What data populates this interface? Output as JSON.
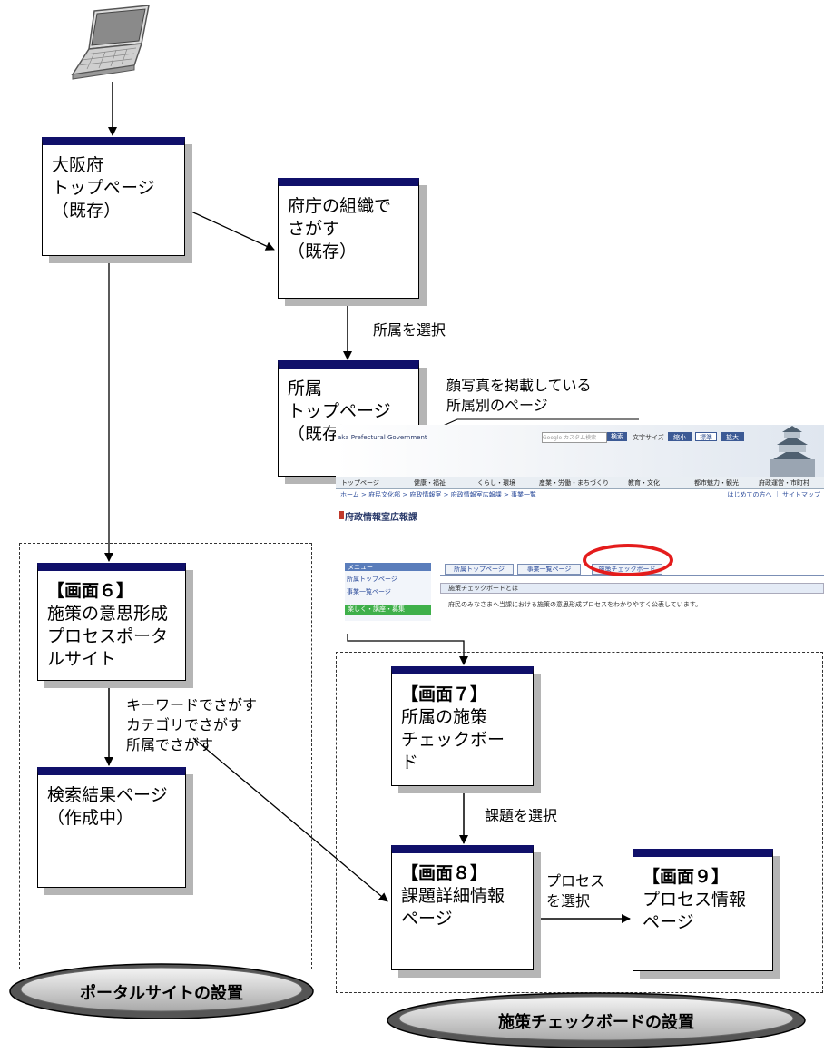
{
  "boxes": {
    "osaka_top": "大阪府\nトップページ\n（既存）",
    "org_search": "府庁の組織で\nさがす\n（既存）",
    "dept_top": "所属\nトップページ\n（既存）",
    "screen6_title": "【画面６】",
    "screen6_body": "施策の意思形成\nプロセスポータ\nルサイト",
    "search_results": "検索結果ページ\n（作成中）",
    "screen7_title": "【画面７】",
    "screen7_body": "所属の施策\nチェックボー\nド",
    "screen8_title": "【画面８】",
    "screen8_body": "課題詳細情報\nページ",
    "screen9_title": "【画面９】",
    "screen9_body": "プロセス情報\nページ"
  },
  "labels": {
    "select_dept": "所属を選択",
    "face_photo_note": "顔写真を掲載している\n所属別のページ",
    "search_methods": "キーワードでさがす\nカテゴリでさがす\n所属でさがす",
    "select_issue": "課題を選択",
    "select_process": "プロセス\nを選択"
  },
  "ovals": {
    "portal": "ポータルサイトの設置",
    "checkboard": "施策チェックボードの設置"
  },
  "website": {
    "gov_name": "aka Prefectural Government",
    "search_placeholder": "Google カスタム検索",
    "search_button": "検索",
    "text_size_label": "文字サイズ",
    "size_small": "縮小",
    "size_normal": "標準",
    "size_large": "拡大",
    "nav": [
      "トップページ",
      "健康・福祉",
      "くらし・環境",
      "産業・労働・まちづくり",
      "教育・文化",
      "都市魅力・観光",
      "府政運営・市町村"
    ],
    "breadcrumb": "ホーム > 府民文化部 > 府政情報室 > 府政情報室広報課 > 事業一覧",
    "breadcrumb_right": "はじめての方へ ｜ サイトマップ",
    "page_title": "府政情報室広報課",
    "menu_head": "メニュー",
    "menu_items": [
      "所属トップページ",
      "事業一覧ページ"
    ],
    "menu_green": "楽しく・講座・募集",
    "tabs": [
      "所属トップページ",
      "事業一覧ページ",
      "施策チェックボード"
    ],
    "bar_text": "施策チェックボードとは",
    "desc_text": "府民のみなさまへ当課における施策の意思形成プロセスをわかりやすく公表しています。"
  },
  "colors": {
    "box_header": "#10106a",
    "box_shadow": "#b5b5b5",
    "highlight_oval": "#e41c1c"
  }
}
